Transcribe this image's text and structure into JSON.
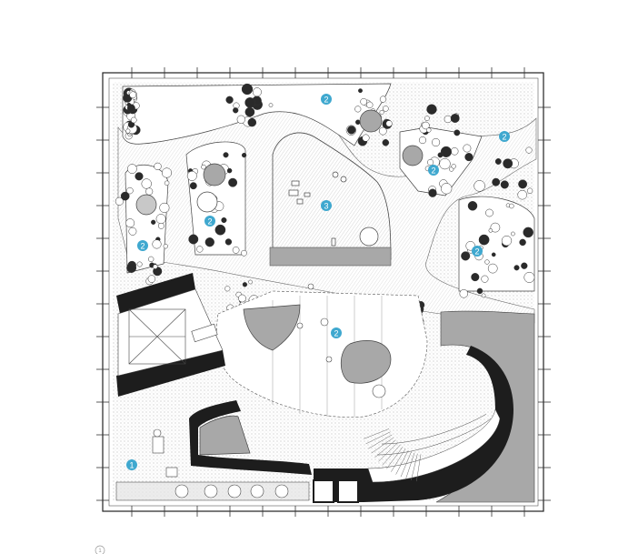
{
  "colors": {
    "marker": "#3fa8cf",
    "wall": "#1d1d1d",
    "paving": "#a8a8a8",
    "stipple": "#8c8c8c",
    "line": "#333333"
  },
  "markers": [
    {
      "id": "marker-2-top",
      "label": "2"
    },
    {
      "id": "marker-2-topright",
      "label": "2"
    },
    {
      "id": "marker-2-nw",
      "label": "2"
    },
    {
      "id": "marker-2-west",
      "label": "2"
    },
    {
      "id": "marker-3",
      "label": "3"
    },
    {
      "id": "marker-2-ne",
      "label": "2"
    },
    {
      "id": "marker-2-east",
      "label": "2"
    },
    {
      "id": "marker-2-center",
      "label": "2"
    },
    {
      "id": "marker-1",
      "label": "1"
    }
  ],
  "legend": {
    "first_item_label": "1",
    "first_item_text": ""
  }
}
